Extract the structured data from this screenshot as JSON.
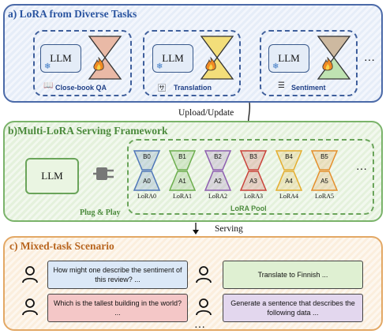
{
  "panel_a": {
    "title": "a) LoRA from Diverse Tasks",
    "llm_label": "LLM",
    "tasks": [
      {
        "label": "Close-book QA",
        "icon": "book-icon",
        "color": "#e9b9a6"
      },
      {
        "label": "Translation",
        "icon": "translate-icon",
        "color": "#f3de7a"
      },
      {
        "label": "Sentiment",
        "icon": "list-icon",
        "color": "#bfe3b2"
      }
    ],
    "more": "…"
  },
  "upload_label": "Upload/Update",
  "panel_b": {
    "title": "b)Multi-LoRA Serving Framework",
    "llm_label": "LLM",
    "plug_label": "Plug & Play",
    "pool_label": "LoRA Pool",
    "more": "…",
    "loras": [
      {
        "top": "B0",
        "bottom": "A0",
        "name": "LoRA0",
        "color": "#4f77b8"
      },
      {
        "top": "B1",
        "bottom": "A1",
        "name": "LoRA1",
        "color": "#6cae4e"
      },
      {
        "top": "B2",
        "bottom": "A2",
        "name": "LoRA2",
        "color": "#8e5fb0"
      },
      {
        "top": "B3",
        "bottom": "A3",
        "name": "LoRA3",
        "color": "#c9433a"
      },
      {
        "top": "B4",
        "bottom": "A4",
        "name": "LoRA4",
        "color": "#e4ad2f"
      },
      {
        "top": "B5",
        "bottom": "A5",
        "name": "LoRA5",
        "color": "#e48f2c"
      }
    ]
  },
  "serving_label": "Serving",
  "panel_c": {
    "title": "c) Mixed-task Scenario",
    "messages": [
      {
        "text": "How might one describe the sentiment of this review? ...",
        "color": "#dbe8f7"
      },
      {
        "text": "Translate to Finnish ...",
        "color": "#dff0d2"
      },
      {
        "text": "Which is the tallest building in the world? ...",
        "color": "#f4c7c7"
      },
      {
        "text": "Generate a sentence that describes the following data ...",
        "color": "#e3d7ee"
      }
    ],
    "more": "…"
  },
  "colors": {
    "panel_a_border": "#4b6aa8",
    "panel_a_fill": "#e6edf8",
    "panel_b_border": "#7ab36a",
    "panel_b_fill": "#e9f4e2",
    "panel_c_border": "#e3a865",
    "panel_c_fill": "#fbeedd",
    "title_a": "#2b55a0",
    "title_b": "#4b8a3c",
    "title_c": "#b8651f"
  }
}
